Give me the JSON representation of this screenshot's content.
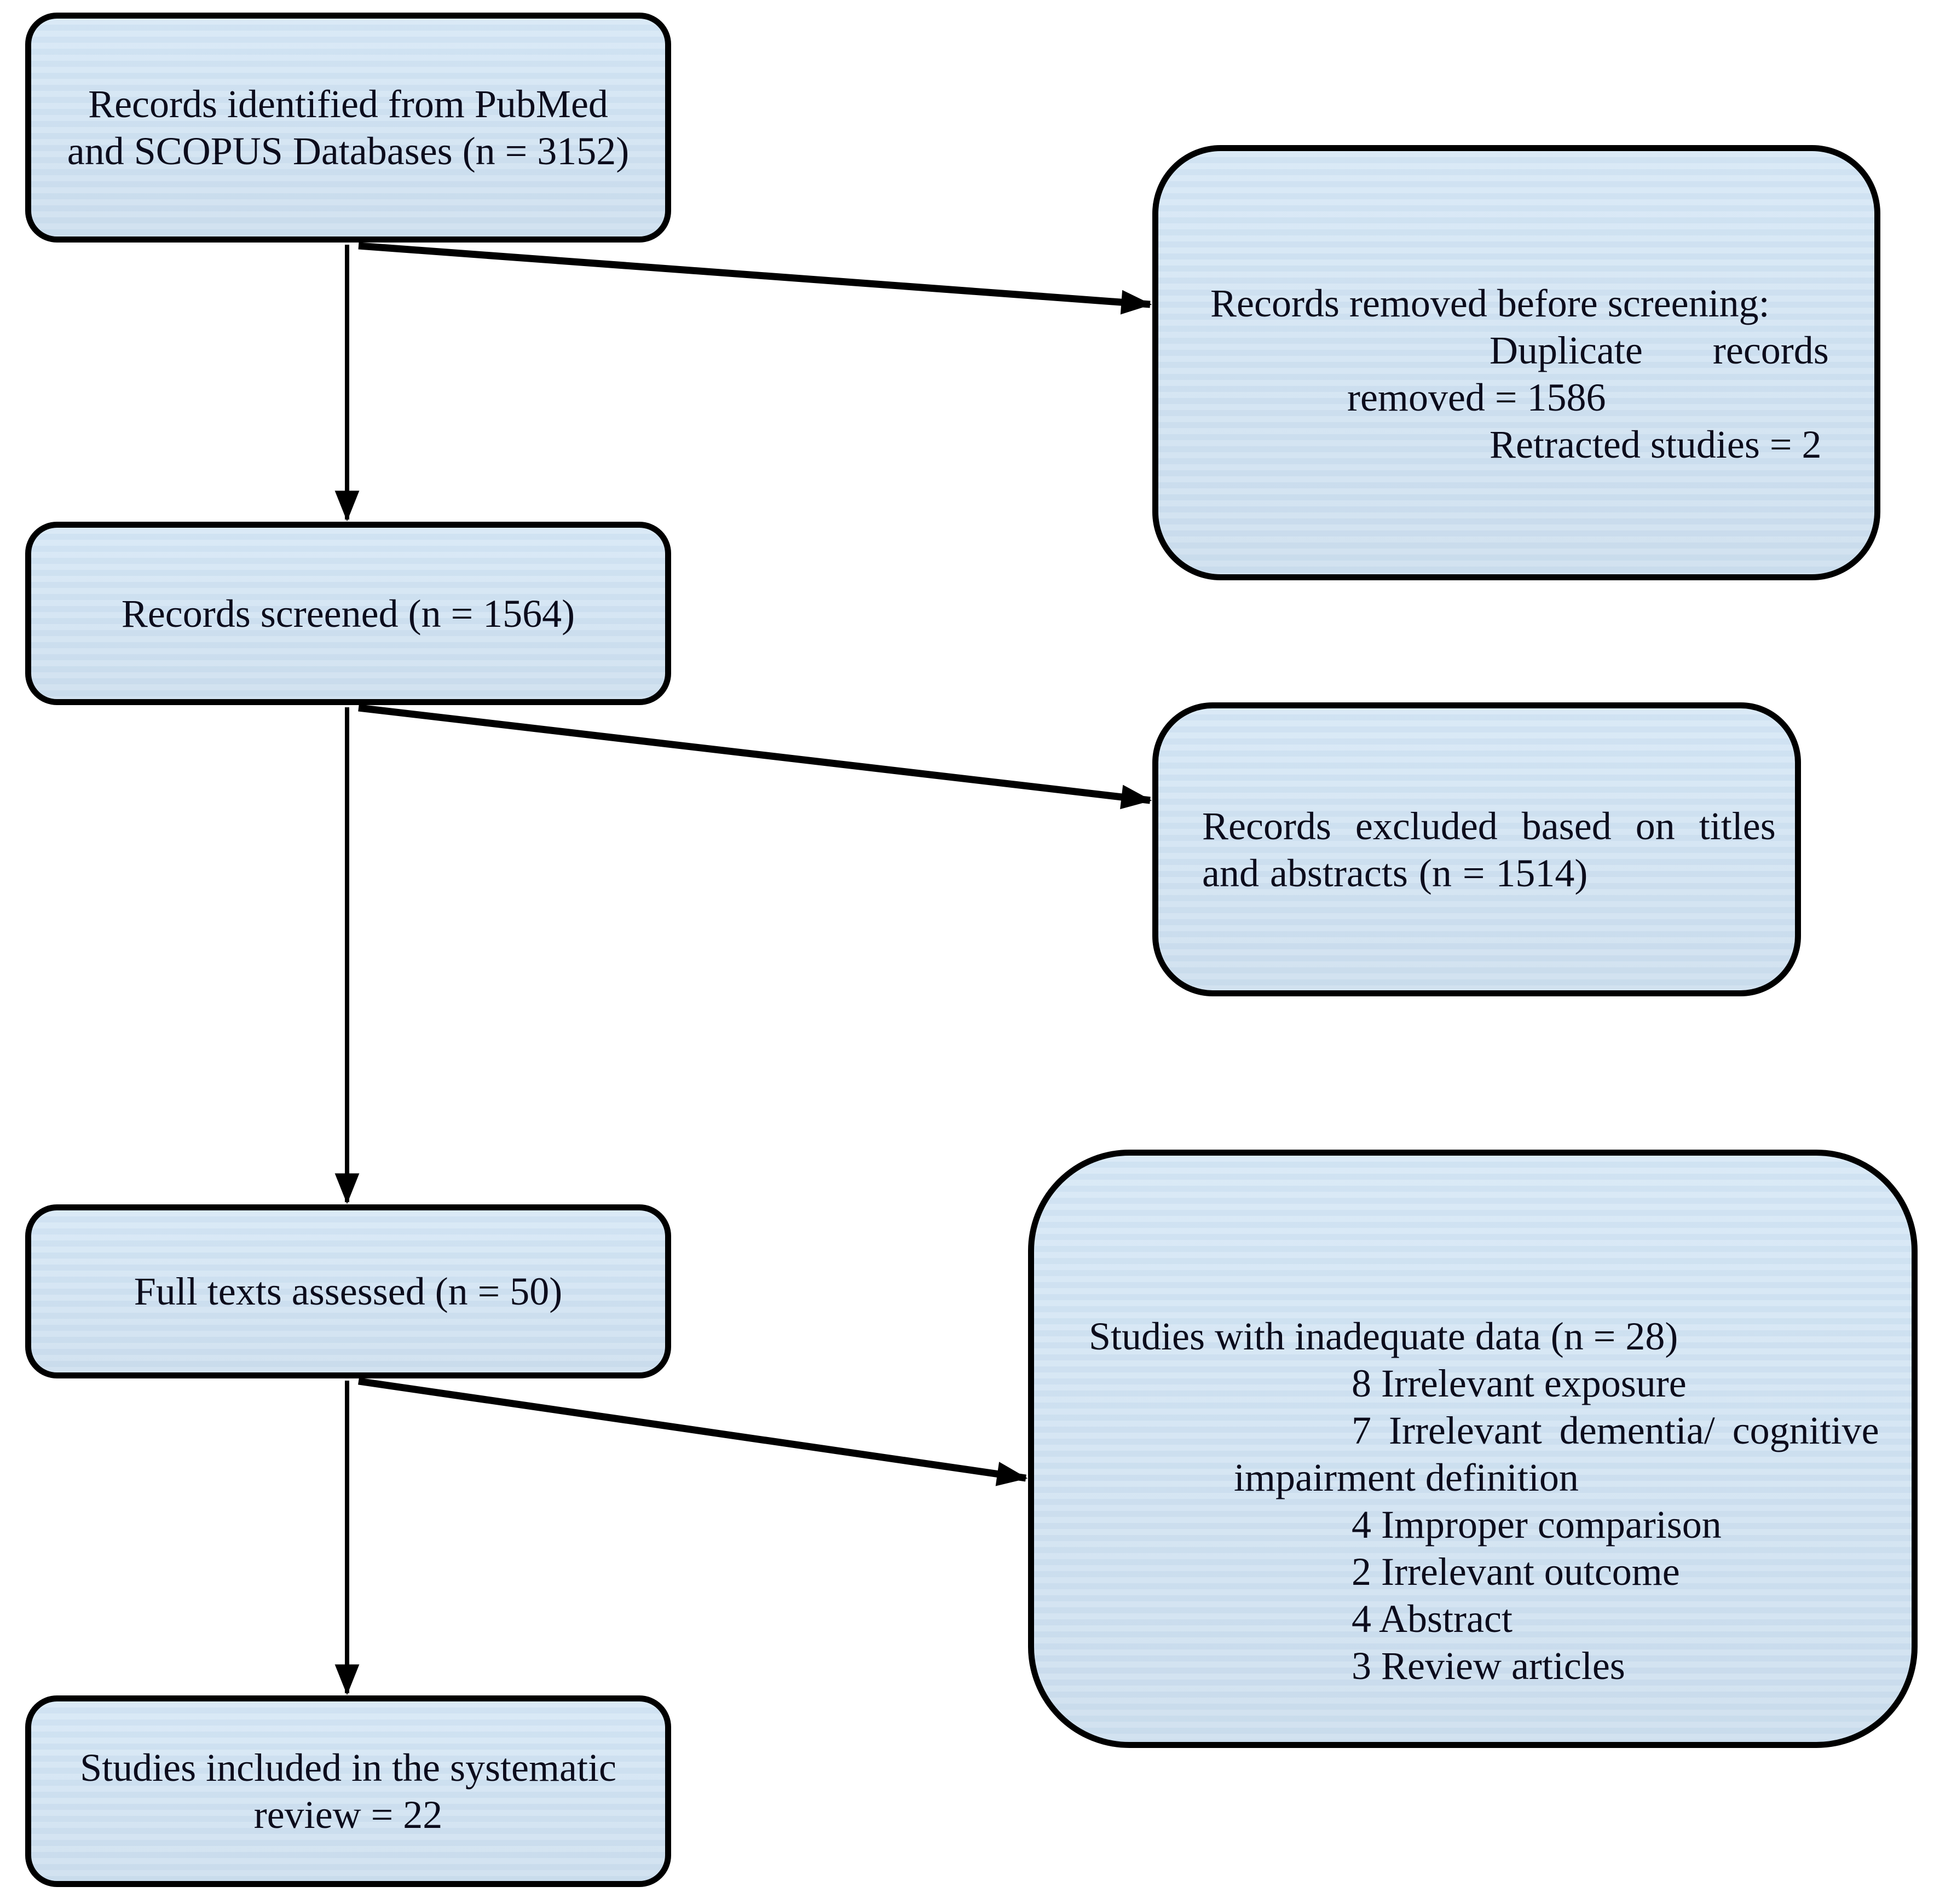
{
  "page": {
    "background": "#ffffff"
  },
  "style": {
    "box_fill_top": "#d7e8f6",
    "box_fill_bottom": "#cfe0ef",
    "box_border": "#000000",
    "text_color": "#0c0c1c",
    "arrow_color": "#000000"
  },
  "boxes": {
    "identified": {
      "lines": [
        "Records identified from PubMed",
        "and SCOPUS Databases (n = 3152)"
      ]
    },
    "removed": {
      "lines": [
        "Records removed before screening:",
        "Duplicate records",
        "removed = 1586",
        "Retracted studies = 2"
      ]
    },
    "screened": {
      "lines": [
        "Records screened (n = 1564)"
      ]
    },
    "excluded": {
      "lines": [
        "Records excluded based on titles",
        "and abstracts (n = 1514)"
      ]
    },
    "full_texts": {
      "lines": [
        "Full texts assessed (n = 50)"
      ]
    },
    "inadequate": {
      "lines": [
        "Studies with inadequate data (n = 28)",
        "8 Irrelevant exposure",
        "7 Irrelevant dementia/ cognitive",
        "impairment definition",
        "4 Improper comparison",
        "2 Irrelevant outcome",
        "4 Abstract",
        "3 Review articles"
      ]
    },
    "included": {
      "lines": [
        "Studies included in the systematic",
        "review = 22"
      ]
    }
  },
  "edges": [
    {
      "from": "identified",
      "to": "screened"
    },
    {
      "from": "identified",
      "to": "removed"
    },
    {
      "from": "screened",
      "to": "full_texts"
    },
    {
      "from": "screened",
      "to": "excluded"
    },
    {
      "from": "full_texts",
      "to": "included"
    },
    {
      "from": "full_texts",
      "to": "inadequate"
    }
  ]
}
